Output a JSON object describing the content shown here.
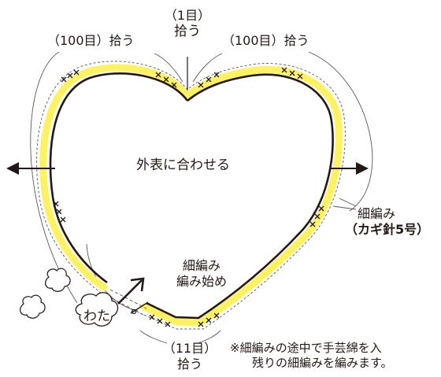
{
  "labels": {
    "top_left": "（100目）拾う",
    "top_center_count": "（1目）",
    "top_center_action": "拾う",
    "top_right": "（100目）拾う",
    "center": "外表に合わせる",
    "right_line1": "細編み",
    "right_line2": "（カギ針5号）",
    "start_line1": "細編み",
    "start_line2": "編み始め",
    "cotton": "わた",
    "bottom_count": "（11目）",
    "bottom_action": "拾う",
    "note_line1": "※細編みの途中で手芸綿を入",
    "note_line2": "残りの細編みを編みます。"
  },
  "colors": {
    "outline": "#231815",
    "crochet_band": "#fff262",
    "guide": "#595757"
  },
  "icons": {
    "arrow_left": "left-arrow-icon",
    "arrow_right": "right-arrow-icon",
    "arrow_up": "up-right-arrow-icon",
    "cotton": "cotton-cloud-icon",
    "needle": "crochet-hook-icon"
  }
}
